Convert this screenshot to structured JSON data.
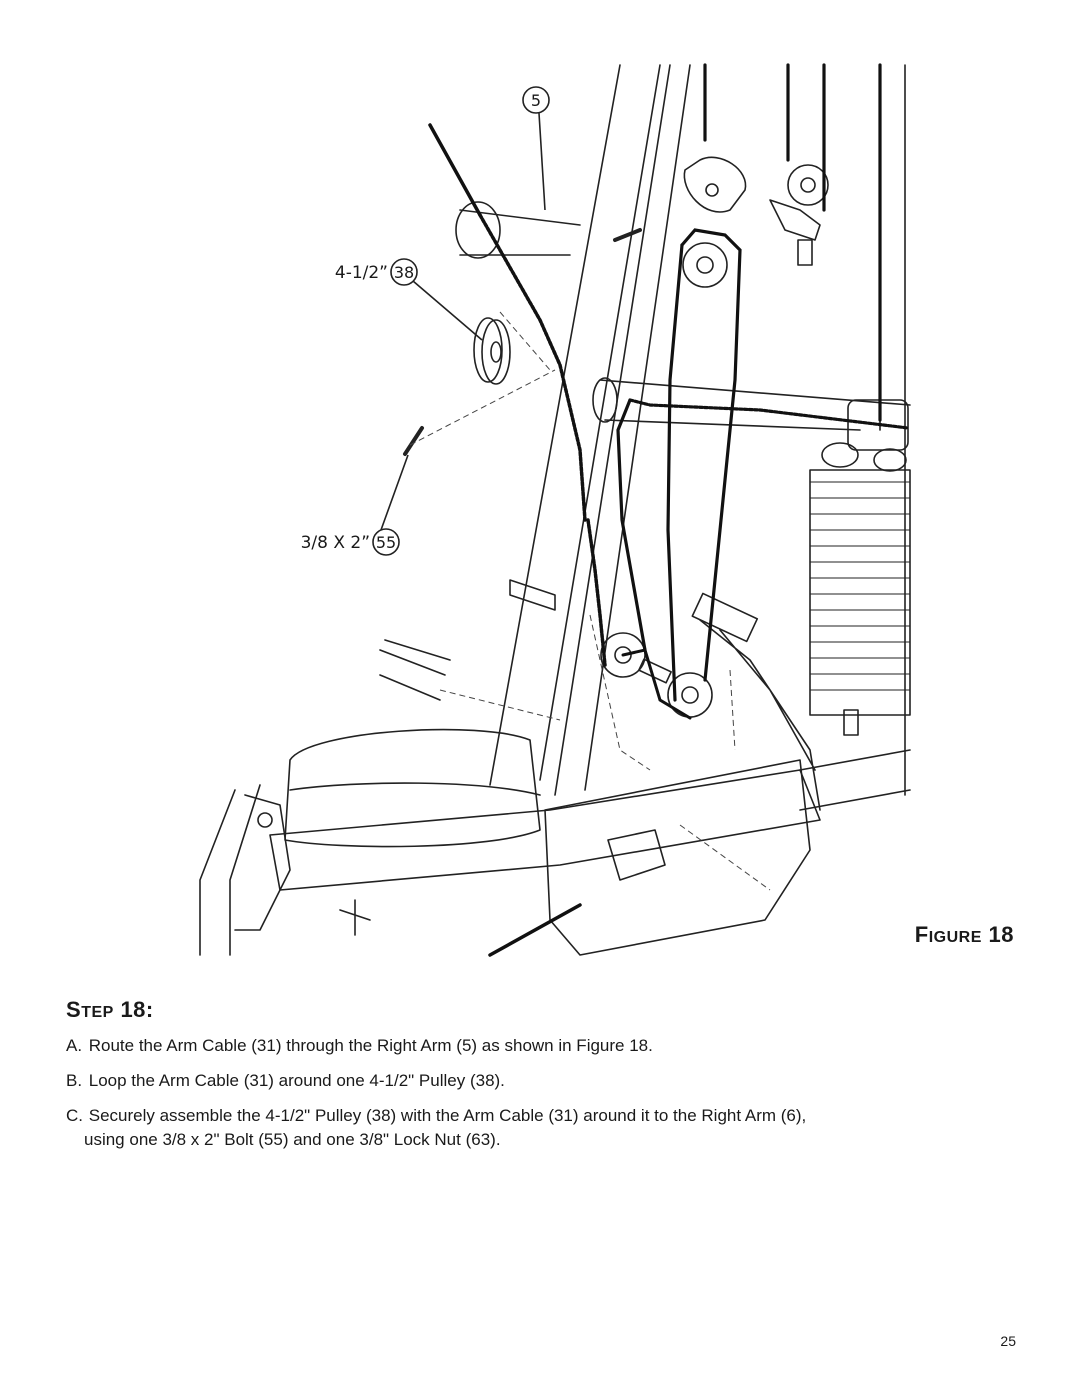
{
  "figure": {
    "callouts": [
      {
        "label": "",
        "number": "5"
      },
      {
        "label": "4-1/2”",
        "number": "38"
      },
      {
        "label": "3/8 X 2”",
        "number": "55"
      }
    ],
    "caption_first": "F",
    "caption_rest": "IGURE",
    "caption_number": "18"
  },
  "step": {
    "heading_first": "S",
    "heading_rest": "TEP",
    "heading_number": "18:"
  },
  "instructions": [
    {
      "letter": "A.",
      "text": "Route the Arm Cable (31) through the Right Arm (5) as shown in Figure 18."
    },
    {
      "letter": "B.",
      "text": "Loop the Arm Cable (31) around one 4-1/2\" Pulley (38)."
    },
    {
      "letter": "C.",
      "text": "Securely assemble the 4-1/2\" Pulley (38) with the Arm Cable (31) around it to the Right Arm (6),",
      "text2": "using one 3/8 x 2\" Bolt (55) and one 3/8\" Lock Nut (63)."
    }
  ],
  "page_number": "25"
}
